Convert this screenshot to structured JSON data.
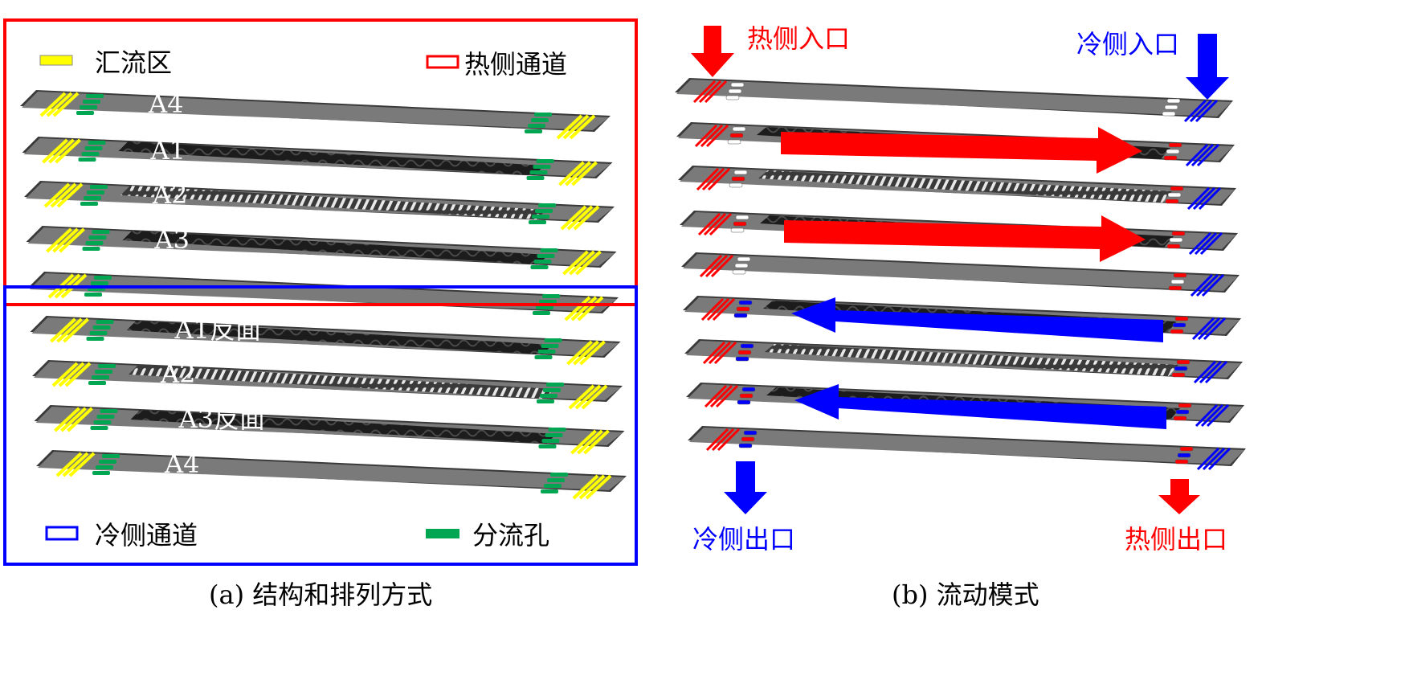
{
  "panel_a": {
    "legend": {
      "collector": "汇流区",
      "hot_channel": "热侧通道",
      "cold_channel": "冷侧通道",
      "split_hole": "分流孔"
    },
    "plates": [
      {
        "label": "A4",
        "type": "plain"
      },
      {
        "label": "A1",
        "type": "dark"
      },
      {
        "label": "A2",
        "type": "hatch"
      },
      {
        "label": "A3",
        "type": "dark"
      },
      {
        "label": "",
        "type": "plain"
      },
      {
        "label": "A1反面",
        "type": "dark"
      },
      {
        "label": "A2",
        "type": "hatch"
      },
      {
        "label": "A3反面",
        "type": "dark"
      },
      {
        "label": "A4",
        "type": "plain"
      }
    ],
    "caption": "(a) 结构和排列方式"
  },
  "panel_b": {
    "hot_inlet": "热侧入口",
    "cold_inlet": "冷侧入口",
    "cold_outlet": "冷侧出口",
    "hot_outlet": "热侧出口",
    "plates": [
      {
        "type": "plain",
        "flow": "none"
      },
      {
        "type": "dark",
        "flow": "hot-right"
      },
      {
        "type": "hatch",
        "flow": "none"
      },
      {
        "type": "dark",
        "flow": "hot-right"
      },
      {
        "type": "plain",
        "flow": "none"
      },
      {
        "type": "dark",
        "flow": "cold-left"
      },
      {
        "type": "hatch",
        "flow": "none"
      },
      {
        "type": "dark",
        "flow": "cold-left"
      },
      {
        "type": "plain",
        "flow": "none"
      }
    ],
    "caption": "(b) 流动模式"
  },
  "colors": {
    "hot": "#ff0000",
    "cold": "#0000ff",
    "collector_yellow": "#ffff00",
    "split_green": "#00a651",
    "plate_gray": "#7a7a7a",
    "plate_dark": "#2a2a2a"
  }
}
